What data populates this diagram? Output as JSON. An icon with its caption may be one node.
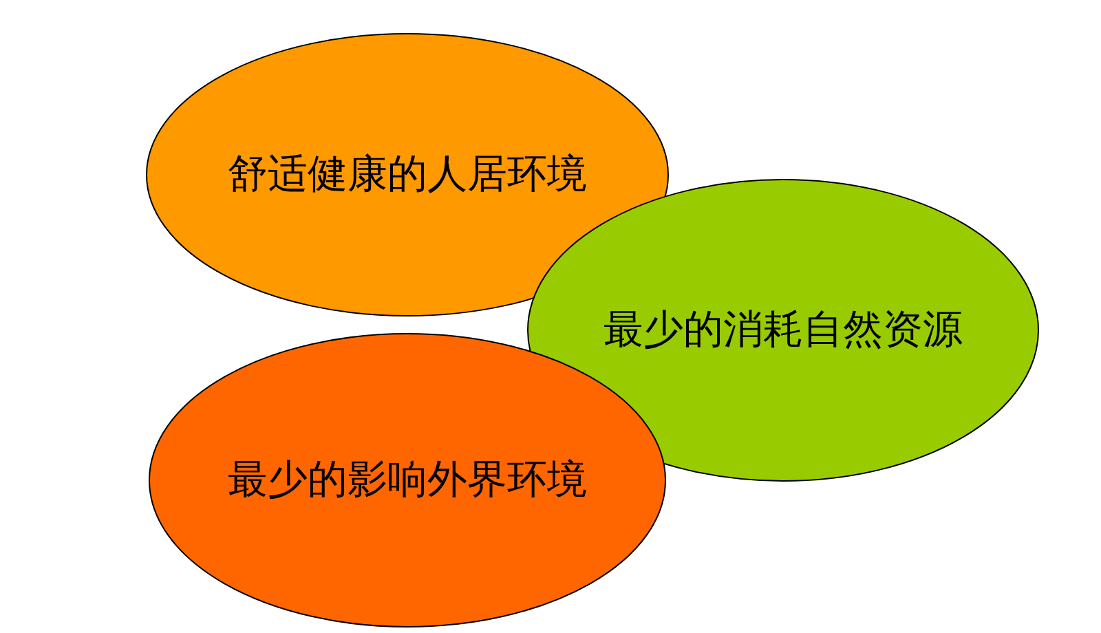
{
  "diagram": {
    "nodes": [
      {
        "text": [
          "舒适健康的人居环境"
        ]
      },
      {
        "text": [
          "最少的消耗自然资源"
        ]
      },
      {
        "text": [
          "最少的影响外界环境"
        ]
      }
    ]
  }
}
